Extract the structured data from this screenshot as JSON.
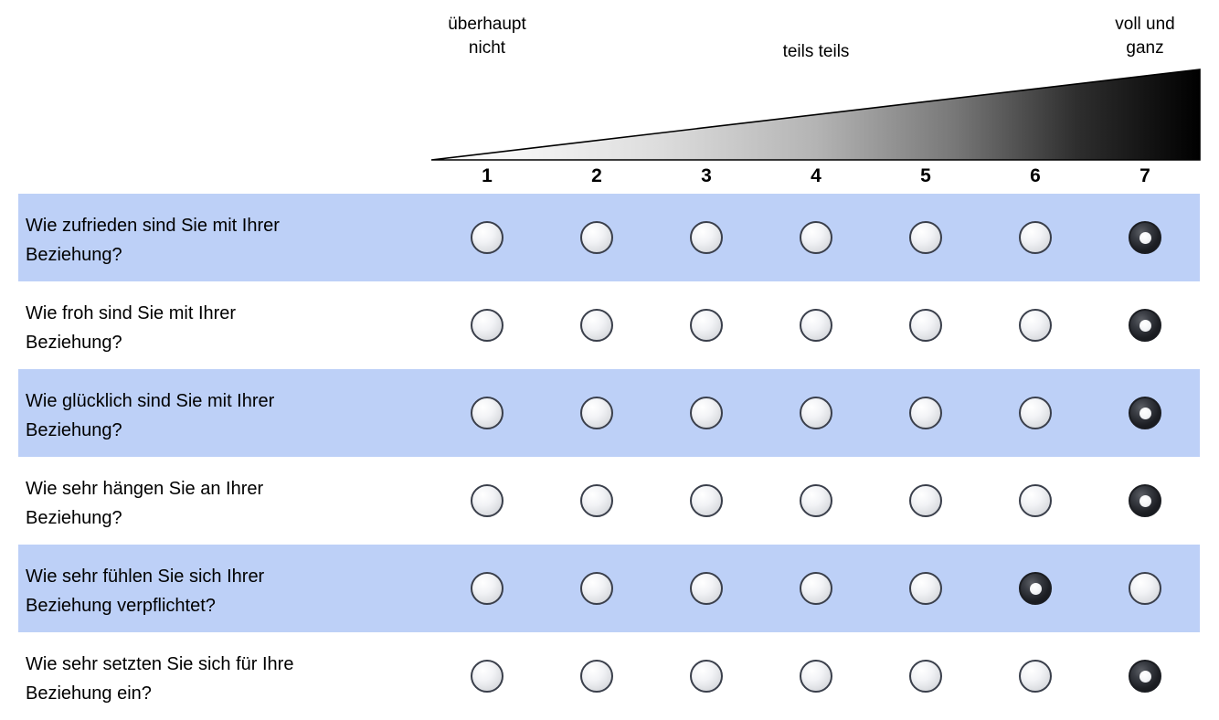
{
  "scale": {
    "anchors": {
      "low": "überhaupt\nnicht",
      "mid": "teils teils",
      "high": "voll und\nganz"
    },
    "points": [
      "1",
      "2",
      "3",
      "4",
      "5",
      "6",
      "7"
    ],
    "gradient": {
      "from_color": "#ffffff",
      "to_color": "#000000",
      "outline_color": "#000000"
    }
  },
  "matrix": {
    "stripe_color": "#bdd0f7",
    "radio_off_color": "#e9ebee",
    "radio_on_color": "#1d1f24",
    "rows": [
      {
        "label": "Wie zufrieden sind Sie mit Ihrer\nBeziehung?",
        "selected": 7,
        "striped": true,
        "clipped": false
      },
      {
        "label": "Wie froh sind Sie mit Ihrer\nBeziehung?",
        "selected": 7,
        "striped": false,
        "clipped": false
      },
      {
        "label": "Wie glücklich sind Sie mit Ihrer\nBeziehung?",
        "selected": 7,
        "striped": true,
        "clipped": false
      },
      {
        "label": "Wie sehr hängen Sie an Ihrer\nBeziehung?",
        "selected": 7,
        "striped": false,
        "clipped": false
      },
      {
        "label": "Wie sehr fühlen Sie sich Ihrer\nBeziehung verpflichtet?",
        "selected": 6,
        "striped": true,
        "clipped": false
      },
      {
        "label": "Wie sehr setzten Sie sich für Ihre\nBeziehung ein?",
        "selected": 7,
        "striped": false,
        "clipped": true
      }
    ]
  }
}
